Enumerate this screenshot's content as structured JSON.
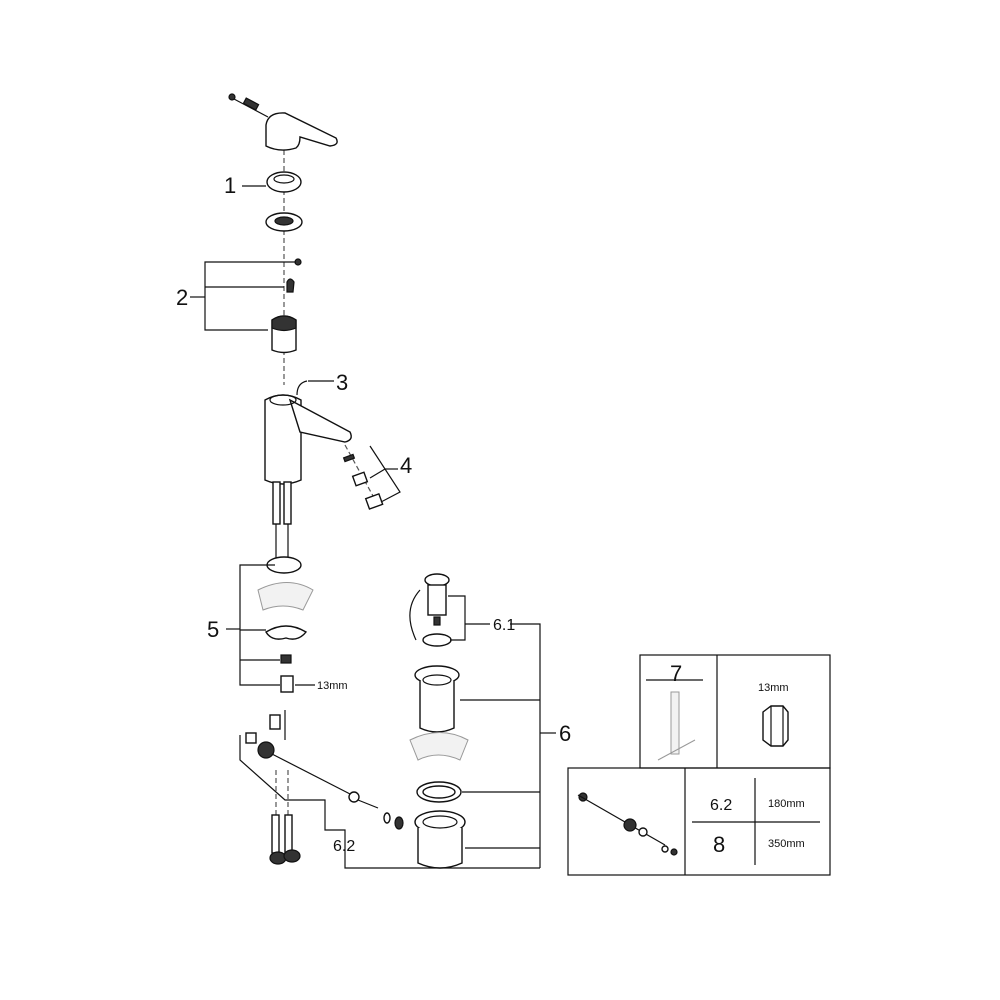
{
  "labels": {
    "p1": "1",
    "p2": "2",
    "p3": "3",
    "p4": "4",
    "p5": "5",
    "p6": "6",
    "p6_1": "6.1",
    "p6_2": "6.2",
    "wrench_size": "13mm"
  },
  "legend": {
    "tool_number": "7",
    "socket_size": "13mm",
    "rod_short_code": "6.2",
    "rod_short_length": "180mm",
    "rod_long_code": "8",
    "rod_long_length": "350mm"
  },
  "colors": {
    "line": "#111111",
    "light": "#999999"
  }
}
